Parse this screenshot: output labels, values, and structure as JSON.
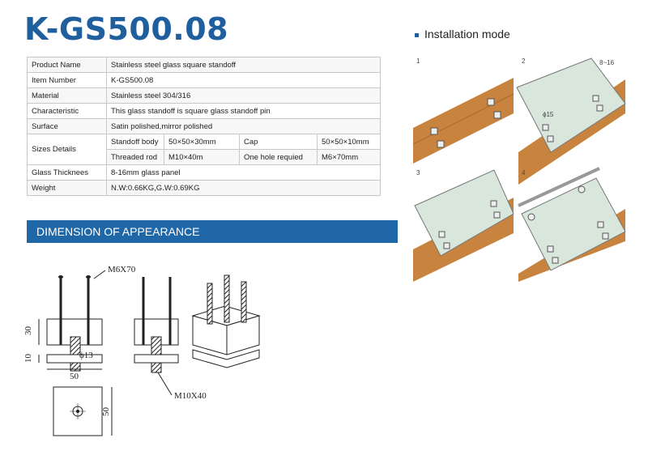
{
  "title": "K-GS500.08",
  "installation_heading": "Installation mode",
  "spec": {
    "product_name_label": "Product Name",
    "product_name_value": "Stainless steel glass square standoff",
    "item_number_label": "Item Number",
    "item_number_value": "K-GS500.08",
    "material_label": "Material",
    "material_value": "Stainless steel 304/316",
    "characteristic_label": "Characteristic",
    "characteristic_value": "This glass standoff is square glass standoff pin",
    "surface_label": "Surface",
    "surface_value": "Satin polished,mirror polished",
    "sizes_label": "Sizes Details",
    "standoff_body_label": "Standoff body",
    "standoff_body_value": "50×50×30mm",
    "cap_label": "Cap",
    "cap_value": "50×50×10mm",
    "threaded_rod_label": "Threaded rod",
    "threaded_rod_value": "M10×40m",
    "one_hole_label": "One hole requied",
    "one_hole_value": "M6×70mm",
    "glass_thickness_label": "Glass Thicknees",
    "glass_thickness_value": "8-16mm glass panel",
    "weight_label": "Weight",
    "weight_value": "N.W:0.66KG,G.W:0.69KG"
  },
  "dimension_heading": "DIMENSION OF APPEARANCE",
  "drawing": {
    "m6_label": "M6X70",
    "m10_label": "M10X40",
    "dim_30": "30",
    "dim_10": "10",
    "dim_50_w": "50",
    "dim_50_h": "50",
    "dia_13": "ϕ13"
  },
  "install_steps": {
    "step1": "1",
    "step2": "2",
    "step3": "3",
    "step4": "4",
    "glass_range": "8~16",
    "hole_dia": "ϕ15"
  },
  "colors": {
    "title": "#1f5f9e",
    "bar": "#2067a8",
    "wood": "#c8843e",
    "glass": "#d8e6dc"
  }
}
